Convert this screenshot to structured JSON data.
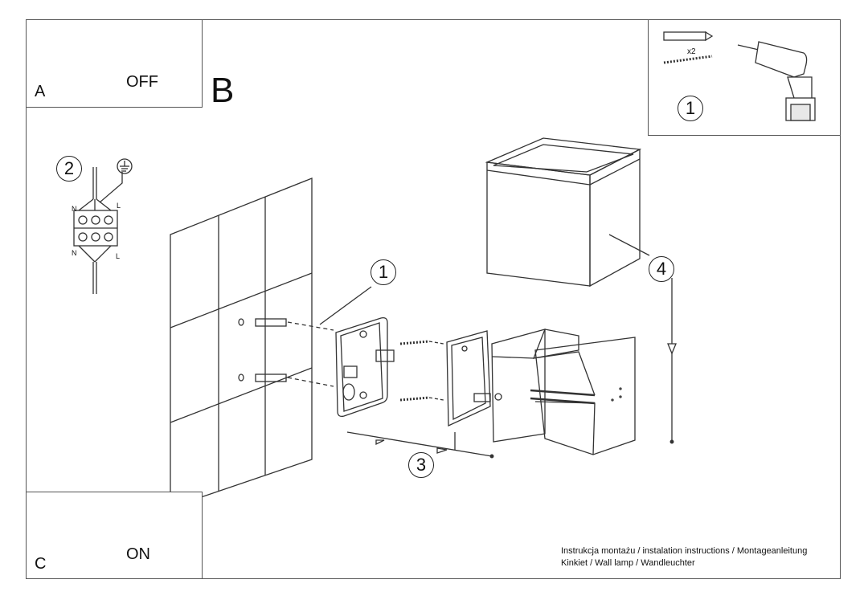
{
  "step_b_label": "B",
  "panel_a": {
    "letter": "A",
    "action": "OFF"
  },
  "panel_c": {
    "letter": "C",
    "action": "ON"
  },
  "tools": {
    "anchor_count": "x2",
    "step_number": "1"
  },
  "wiring": {
    "step_number": "2",
    "left_top": "N",
    "right_top": "L",
    "left_bottom": "N",
    "right_bottom": "L"
  },
  "callouts": {
    "mount_plate": "1",
    "assembly": "3",
    "cover": "4"
  },
  "footer": {
    "line1": "Instrukcja montażu / instalation instructions / Montageanleitung",
    "line2": "Kinkiet / Wall lamp / Wandleuchter"
  }
}
